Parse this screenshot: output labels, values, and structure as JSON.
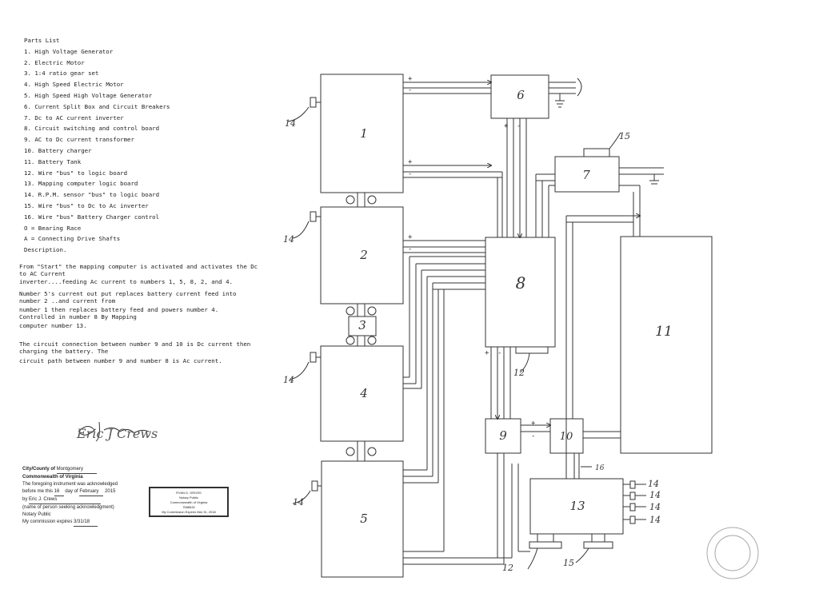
{
  "parts_list": {
    "heading": "Parts List",
    "items": [
      "1. High Voltage Generator",
      "2. Electric Motor",
      "3. 1:4 ratio gear set",
      "4. High Speed Electric Motor",
      "5. High Speed High Voltage Generator",
      "6. Current Split Box and Circuit Breakers",
      "7. Dc to AC current inverter",
      "8. Circuit switching and control board",
      "9. AC to Dc current transformer",
      "10. Battery charger",
      "11. Battery Tank",
      "12. Wire \"bus\" to logic board",
      "13. Mapping computer logic board",
      "14. R.P.M. sensor \"bus\" to logic board",
      "15. Wire \"bus\" to Dc to Ac inverter",
      "16. Wire \"bus\" Battery Charger control",
      "O = Bearing Race",
      "A = Connecting Drive Shafts"
    ]
  },
  "description": {
    "heading": "Description.",
    "p1a": "From \"Start\" the mapping computer is activated and activates the Dc to AC Current",
    "p1b": "inverter....feeding Ac current to numbers 1, 5, 8, 2, and 4.",
    "p2a": "Number 5's current out put replaces battery current feed into number 2 ..and current from",
    "p2b": "number 1 then replaces battery feed and powers number 4. Controlled in number 8 By Mapping",
    "p2c": "computer number 13.",
    "p3a": "The circuit connection between number 9 and 10 is Dc current then charging the battery.  The",
    "p3b": "circuit path between number 9 and number 8 is Ac current."
  },
  "signature": "Eric J Crews",
  "notary": {
    "city_label": "City/County of",
    "city_value": "Montgomery",
    "commonwealth": "Commonwealth of Virginia",
    "line1": "The foregoing instrument was acknowledged",
    "before_prefix": "before me this",
    "day": "16",
    "day_mid": "day of",
    "month": "February",
    "year": "2015",
    "by_label": "by",
    "by_name": "Eric J. Crews",
    "name_note": "(name of person seeking acknowledgment)",
    "public_label": "Notary Public",
    "commission_label": "My commission expires",
    "commission_value": "3/31/18"
  },
  "stamp": {
    "name": "RYAN D. GROSS",
    "role": "Notary Public",
    "state": "Commonwealth of Virginia",
    "reg": "7588632",
    "expires": "My Commission Expires Mar 31, 2018"
  },
  "diagram": {
    "blocks": {
      "b1": "1",
      "b2": "2",
      "b3": "3",
      "b4": "4",
      "b5": "5",
      "b6": "6",
      "b7": "7",
      "b8": "8",
      "b9": "9",
      "b10": "10",
      "b11": "11",
      "b13": "13"
    },
    "labels": {
      "l14": "14",
      "l15": "15",
      "l12": "12",
      "l16": "16"
    },
    "plus": "+",
    "minus": "-"
  }
}
